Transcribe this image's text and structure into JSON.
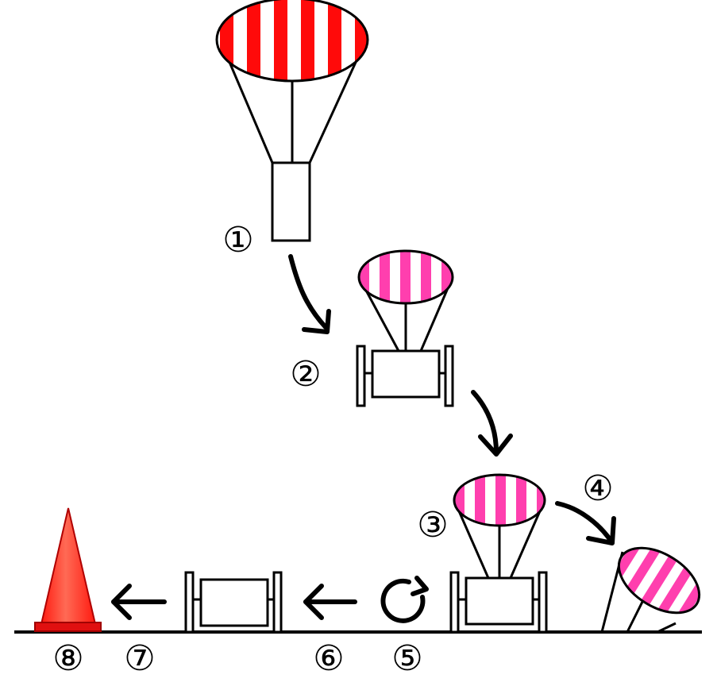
{
  "diagram": {
    "steps": [
      {
        "id": 1,
        "label": "①"
      },
      {
        "id": 2,
        "label": "②"
      },
      {
        "id": 3,
        "label": "③"
      },
      {
        "id": 4,
        "label": "④"
      },
      {
        "id": 5,
        "label": "⑤"
      },
      {
        "id": 6,
        "label": "⑥"
      },
      {
        "id": 7,
        "label": "⑦"
      },
      {
        "id": 8,
        "label": "⑧"
      }
    ],
    "colors": {
      "main_canopy_stripe": "#ff0a0a",
      "sub_canopy_stripe": "#ff3fae",
      "cone_fill": "#ff2a1a",
      "cone_base": "#e01010",
      "line": "#000000",
      "fill": "#ffffff"
    },
    "icons": [
      "parachute-icon",
      "rover-icon",
      "arrow-icon",
      "rotate-icon",
      "traffic-cone-icon"
    ]
  }
}
